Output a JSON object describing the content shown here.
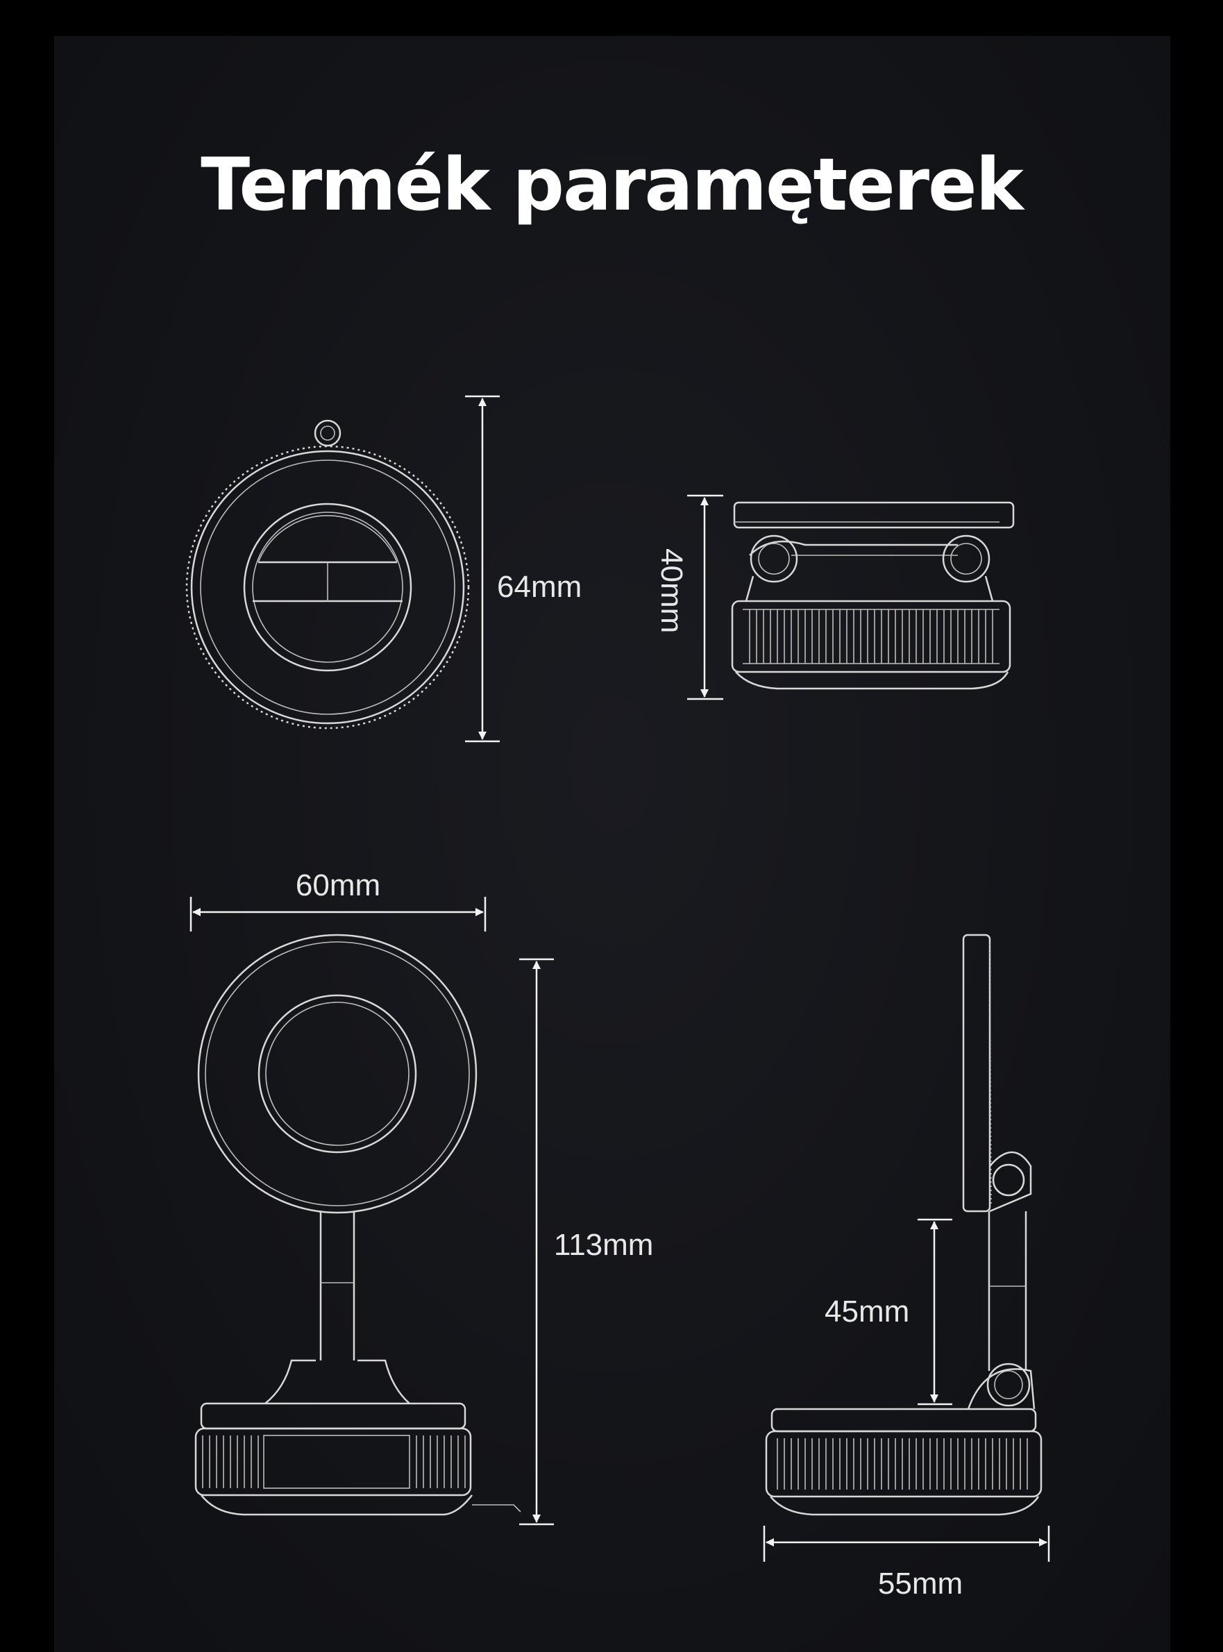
{
  "title": "Termék paramęterek",
  "colors": {
    "background": "#000000",
    "panel": "#16171b",
    "lines": "#d8d8d8",
    "text": "#ffffff"
  },
  "dimensions": {
    "top_front_height": "64mm",
    "top_side_height": "40mm",
    "bottom_front_width": "60mm",
    "bottom_front_height": "113mm",
    "bottom_side_arm_height": "45mm",
    "bottom_side_width": "55mm"
  }
}
